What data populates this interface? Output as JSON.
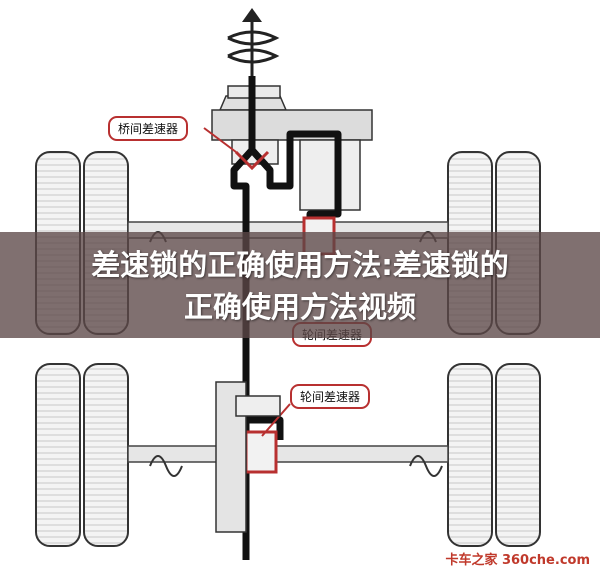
{
  "labels": {
    "inter_axle_diff": "桥间差速器",
    "inter_wheel_diff_upper": "轮间差速器",
    "inter_wheel_diff_lower": "轮间差速器"
  },
  "banner": {
    "line1": "差速锁的正确使用方法:差速锁的",
    "line2": "正确使用方法视频"
  },
  "watermark": "卡车之家 360che.com",
  "colors": {
    "flow": "#111111",
    "highlight": "#b83030",
    "banner_bg": "#5c4848"
  },
  "icons": [
    "input-rotation-arrow-icon",
    "wheel-rotation-arrow-icon"
  ]
}
